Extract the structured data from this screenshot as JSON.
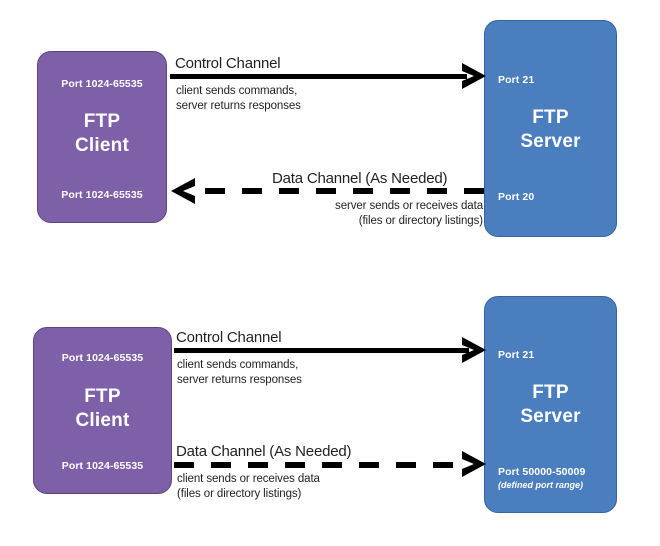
{
  "diagrams": [
    {
      "id": "passive-mode",
      "client": {
        "title": "FTP\nClient",
        "top_port": "Port 1024-65535",
        "bottom_port": "Port 1024-65535"
      },
      "server": {
        "title": "FTP\nServer",
        "top_port": "Port 21",
        "bottom_port": "Port 20",
        "bottom_port_note": ""
      },
      "control_channel": {
        "title": "Control Channel",
        "description": "client sends commands,\nserver returns responses",
        "direction": "right"
      },
      "data_channel": {
        "title": "Data Channel (As Needed)",
        "description": "server sends or receives data\n(files or directory listings)",
        "direction": "left"
      }
    },
    {
      "id": "active-mode",
      "client": {
        "title": "FTP\nClient",
        "top_port": "Port 1024-65535",
        "bottom_port": "Port 1024-65535"
      },
      "server": {
        "title": "FTP\nServer",
        "top_port": "Port 21",
        "bottom_port": "Port 50000-50009",
        "bottom_port_note": "(defined port range)"
      },
      "control_channel": {
        "title": "Control Channel",
        "description": "client sends commands,\nserver returns responses",
        "direction": "right"
      },
      "data_channel": {
        "title": "Data Channel (As Needed)",
        "description": "client sends or receives data\n(files or directory listings)",
        "direction": "right"
      }
    }
  ],
  "colors": {
    "client_fill": "#7e60a8",
    "server_fill": "#4a7ebe",
    "line": "#000000",
    "background": "#ffffff",
    "text": "#231f20"
  }
}
